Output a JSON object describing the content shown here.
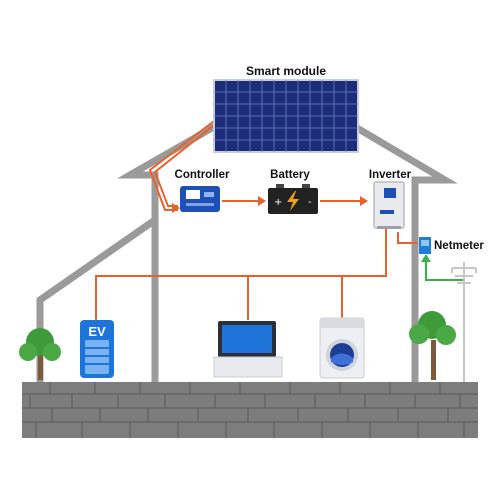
{
  "labels": {
    "solar": "Smart module",
    "controller": "Controller",
    "battery": "Battery",
    "inverter": "Inverter",
    "netmeter": "Netmeter",
    "ev": "EV"
  },
  "colors": {
    "wire": "#e8622c",
    "grid_wire": "#36b24a",
    "house": "#9a9a9a",
    "panel": "#1d2d7a",
    "controller": "#1d4fb5",
    "battery": "#222222",
    "wall": "#7a7a7a",
    "tree": "#3f9a3a"
  },
  "icons": [
    "solar-panel-icon",
    "charge-controller-icon",
    "battery-icon",
    "inverter-icon",
    "netmeter-icon",
    "power-pole-icon",
    "ev-charger-icon",
    "computer-icon",
    "washing-machine-icon",
    "tree-icon"
  ]
}
